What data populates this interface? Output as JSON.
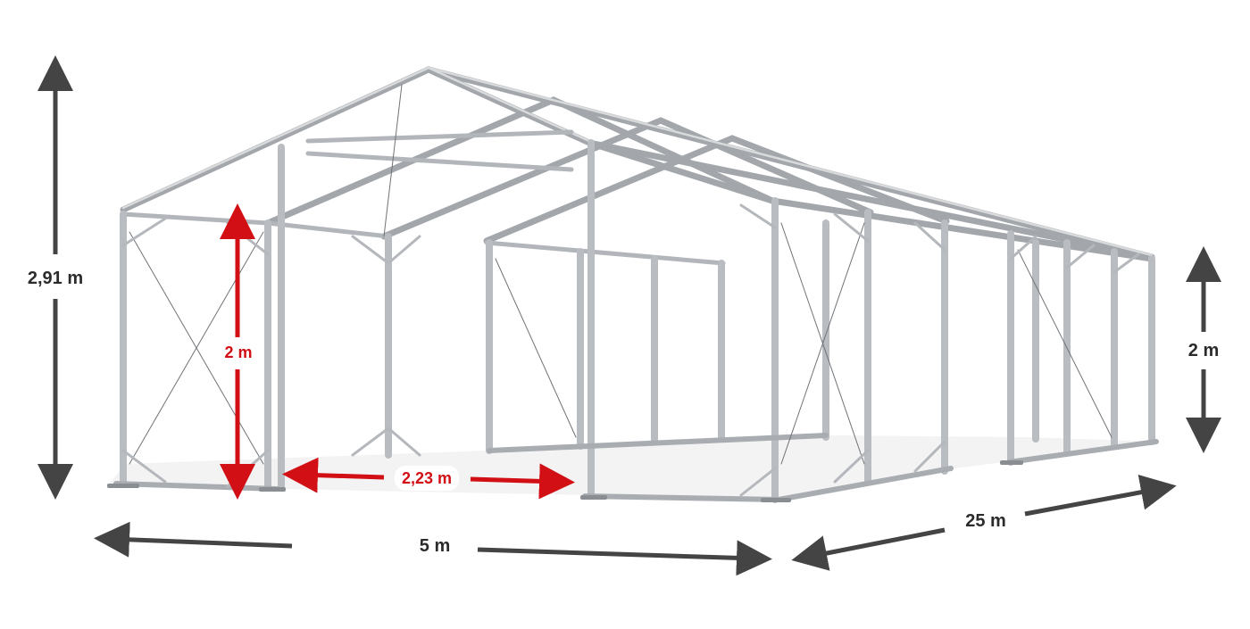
{
  "diagram": {
    "subject": "Tent frame with dimensions",
    "colors": {
      "dimension_dark": "#444444",
      "dimension_red": "#d10f14",
      "frame_tube": "#b8bcc0",
      "frame_dark": "#7d8186",
      "floor": "#f2f2f2"
    },
    "dimensions": {
      "total_height": "2,91 m",
      "side_height": "2 m",
      "entrance_height": "2 m",
      "entrance_width": "2,23 m",
      "width": "5 m",
      "length": "25 m"
    }
  }
}
